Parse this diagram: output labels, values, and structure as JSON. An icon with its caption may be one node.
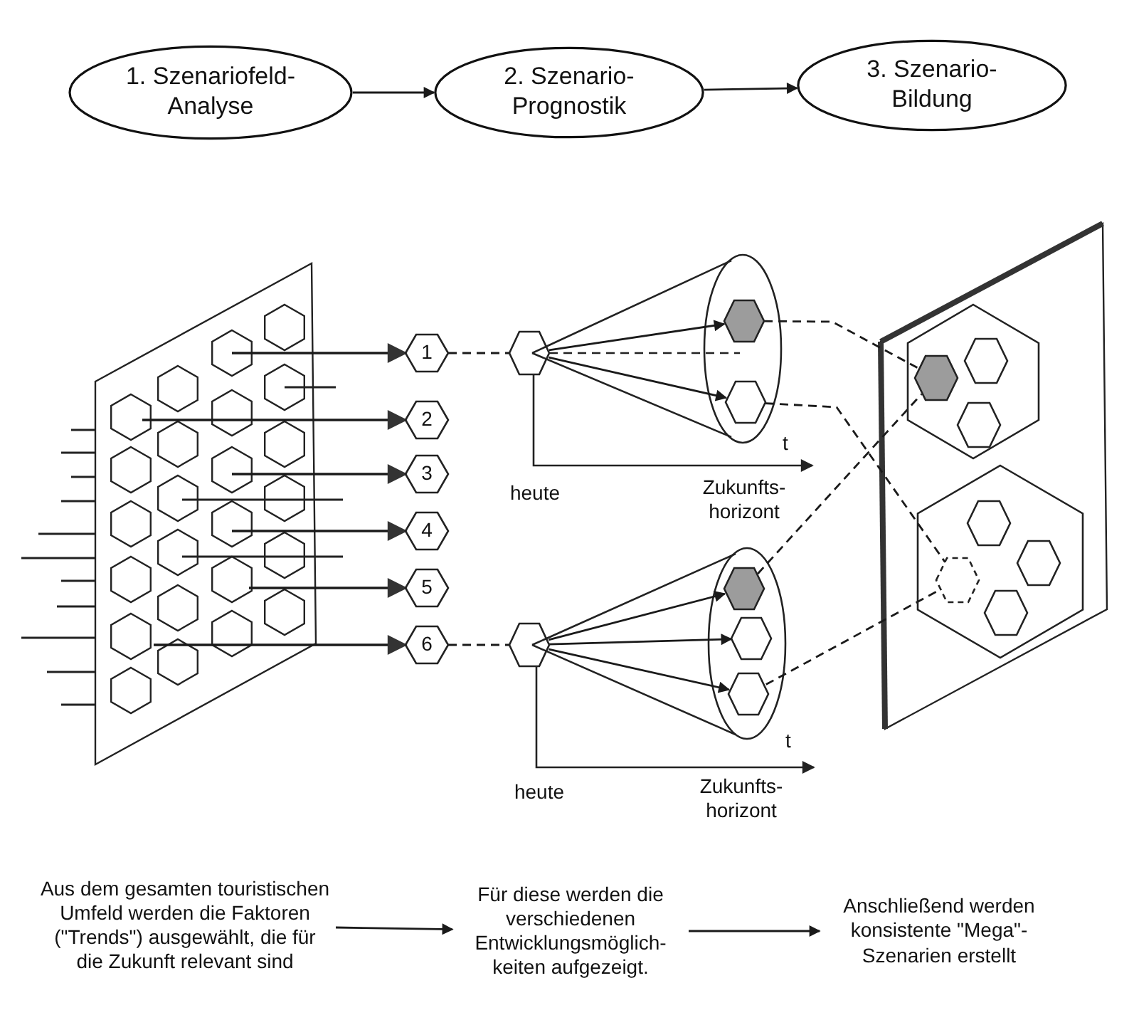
{
  "diagram": {
    "nodes": [
      {
        "text": [
          "1. Szenariofeld- Analyse"
        ]
      },
      {
        "text": [
          "2. Szenario- Prognostik"
        ]
      },
      {
        "text": [
          "3. Szenario- Bildung"
        ]
      },
      {
        "text": [
          "1"
        ]
      },
      {
        "text": [
          "2"
        ]
      },
      {
        "text": [
          "3"
        ]
      },
      {
        "text": [
          "4"
        ]
      },
      {
        "text": [
          "5"
        ]
      },
      {
        "text": [
          "6"
        ]
      },
      {
        "text": [],
        "shape": "hexagon"
      },
      {
        "text": [],
        "shape": "hexagon"
      },
      {
        "text": [],
        "shape": "hexagon"
      },
      {
        "text": [],
        "shape": "hexagon"
      },
      {
        "text": [],
        "shape": "hexagon"
      },
      {
        "text": [],
        "shape": "hexagon"
      },
      {
        "text": [],
        "shape": "hexagon"
      },
      {
        "text": [],
        "shape": "hexagon"
      },
      {
        "text": [],
        "shape": "hexagon",
        "in": 16
      },
      {
        "text": [],
        "shape": "hexagon",
        "in": 16
      },
      {
        "text": [],
        "shape": "hexagon",
        "in": 16
      },
      {
        "text": [],
        "shape": "hexagon"
      },
      {
        "text": [],
        "shape": "hexagon",
        "in": 20
      },
      {
        "text": [],
        "shape": "hexagon",
        "in": 20
      },
      {
        "text": [],
        "shape": "hexagon",
        "in": 20
      },
      {
        "text": [],
        "shape": "hexagon",
        "in": 20
      },
      {
        "text": [
          "Aus dem gesamten touristischen Umfeld werden die Faktoren (\"Trends\") ausgewählt, die für die Zukunft relevant sind"
        ]
      },
      {
        "text": [
          "Für diese werden die verschiedenen Entwicklungsmöglich- keiten aufgezeigt."
        ]
      },
      {
        "text": [
          "Anschließend werden konsistente \"Mega\"-Szenarien erstellt"
        ]
      }
    ],
    "edges": [
      {
        "from": 0,
        "to": 1,
        "arrow": "to"
      },
      {
        "from": 1,
        "to": 2,
        "arrow": "to"
      },
      {
        "from": null,
        "to": 3,
        "arrow": "to"
      },
      {
        "from": null,
        "to": 4,
        "arrow": "to"
      },
      {
        "from": null,
        "to": 5,
        "arrow": "to"
      },
      {
        "from": null,
        "to": 6,
        "arrow": "to"
      },
      {
        "from": null,
        "to": 7,
        "arrow": "to"
      },
      {
        "from": null,
        "to": 8,
        "arrow": "to"
      },
      {
        "from": 3,
        "to": 9,
        "arrow": "none",
        "style": "dashed"
      },
      {
        "from": 8,
        "to": 12,
        "arrow": "none",
        "style": "dashed"
      },
      {
        "from": 9,
        "to": 10,
        "arrow": "to"
      },
      {
        "from": 9,
        "to": 11,
        "arrow": "to"
      },
      {
        "from": 12,
        "to": 13,
        "arrow": "to"
      },
      {
        "from": 12,
        "to": 14,
        "arrow": "to"
      },
      {
        "from": 12,
        "to": 15,
        "arrow": "to"
      },
      {
        "from": 10,
        "to": 17,
        "arrow": "none",
        "style": "dashed"
      },
      {
        "from": 11,
        "to": 22,
        "arrow": "none",
        "style": "dashed"
      },
      {
        "from": 13,
        "to": 17,
        "arrow": "none",
        "style": "dashed"
      },
      {
        "from": 15,
        "to": 22,
        "arrow": "none",
        "style": "dashed"
      },
      {
        "from": 25,
        "to": 26,
        "arrow": "to"
      },
      {
        "from": 26,
        "to": 27,
        "arrow": "to"
      }
    ],
    "labels": [
      "t",
      "heute",
      "Zukunfts- horizont",
      "t",
      "heute",
      "Zukunfts- horizont"
    ]
  }
}
